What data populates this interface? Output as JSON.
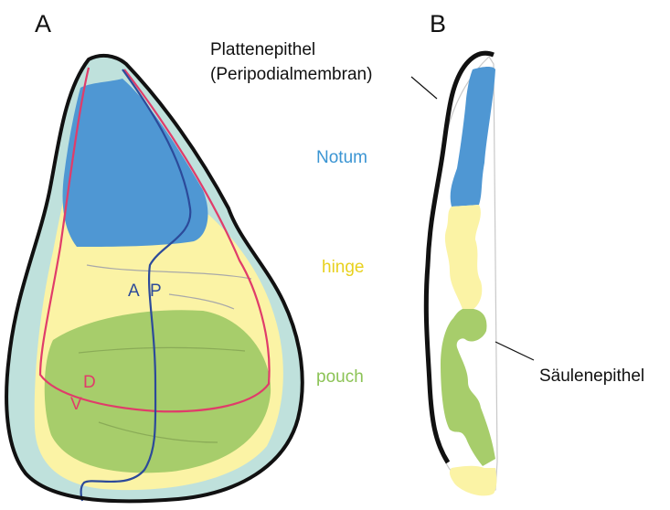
{
  "panels": {
    "a": "A",
    "b": "B"
  },
  "regions": {
    "notum": "Notum",
    "hinge": "hinge",
    "pouch": "pouch"
  },
  "axes": {
    "anterior": "A",
    "posterior": "P",
    "dorsal": "D",
    "ventral": "V"
  },
  "annotations": {
    "squamous_line1": "Plattenepithel",
    "squamous_line2": "(Peripodialmembran)",
    "columnar": "Säulenepithel"
  },
  "colors": {
    "notum": "#4f97d3",
    "hinge": "#fbf3a5",
    "pouch": "#a7cd6b",
    "outer_margin": "#bfe1dc",
    "dv_boundary": "#e03c6a",
    "ap_boundary": "#2c4a9a",
    "outline": "#111111",
    "notum_text": "#3b95d3",
    "hinge_text": "#e8d11e",
    "pouch_text": "#8cc356",
    "axis_text_ap": "#2c4a9a",
    "axis_text_dv": "#e03c6a"
  }
}
